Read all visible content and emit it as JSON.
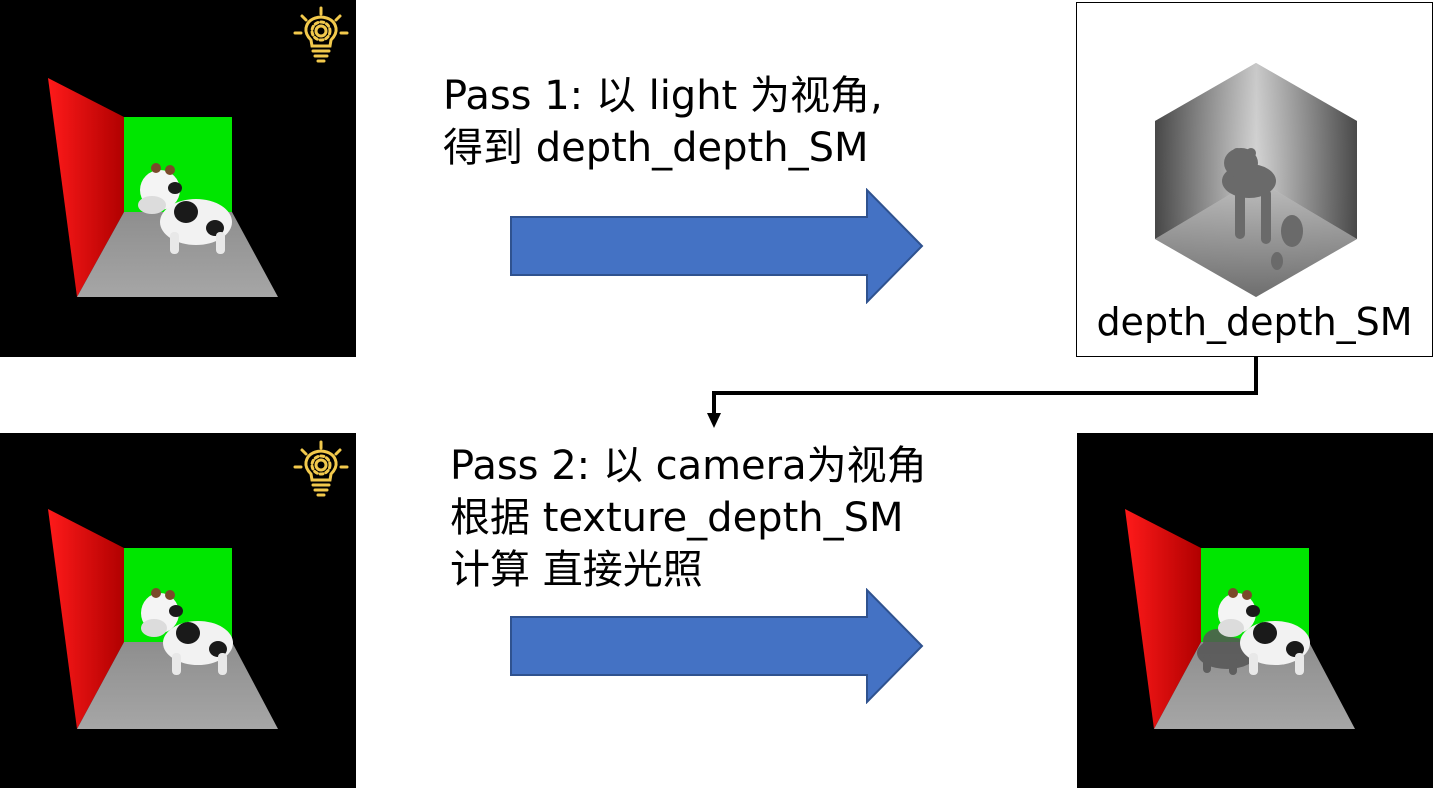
{
  "pass1": {
    "line1": "Pass 1: 以 light 为视角,",
    "line2": "得到 depth_depth_SM"
  },
  "pass2": {
    "line1": "Pass 2: 以 camera为视角",
    "line2": "根据 texture_depth_SM",
    "line3": "计算 直接光照"
  },
  "depth_map": {
    "caption": "depth_depth_SM"
  },
  "icons": {
    "light": "lightbulb-gear-icon"
  },
  "colors": {
    "arrow_fill": "#4472C4",
    "arrow_stroke": "#2F528F",
    "wall_left": "#E00000",
    "wall_back": "#00E000",
    "floor": "#9A9A9A",
    "bulb": "#F2C94C",
    "background_panel": "#000000"
  }
}
